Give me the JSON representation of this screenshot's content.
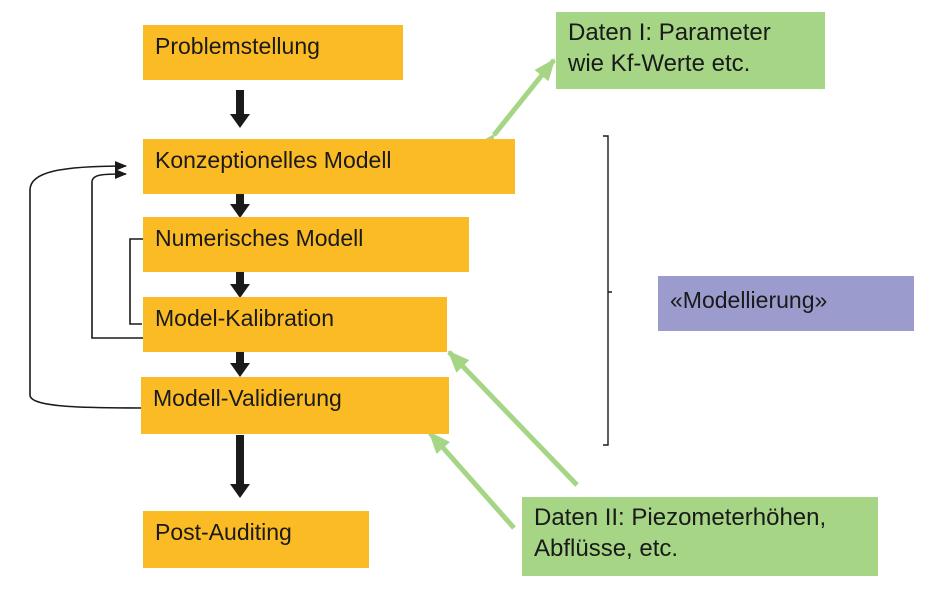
{
  "steps": [
    {
      "id": "problem",
      "label": "Problemstellung"
    },
    {
      "id": "conceptual",
      "label": "Konzeptionelles Modell"
    },
    {
      "id": "numerical",
      "label": "Numerisches Modell"
    },
    {
      "id": "calibration",
      "label": "Model-Kalibration"
    },
    {
      "id": "validation",
      "label": "Modell-Validierung"
    },
    {
      "id": "post_auditing",
      "label": "Post-Auditing"
    }
  ],
  "data_boxes": {
    "data_one": {
      "lines": [
        "Daten I: Parameter",
        "wie Kf-Werte etc."
      ]
    },
    "data_two": {
      "lines": [
        "Daten II: Piezometerhöhen,",
        "Abflüsse, etc."
      ]
    }
  },
  "modelling_label": "«Modellierung»",
  "colors": {
    "step_fill": "#fbbb25",
    "data_fill": "#a5d585",
    "data_arrow": "#a5d585",
    "modelling_fill": "#9b9bcd",
    "flow_arrow": "#1a1a1a",
    "text": "#1a1a1a"
  }
}
